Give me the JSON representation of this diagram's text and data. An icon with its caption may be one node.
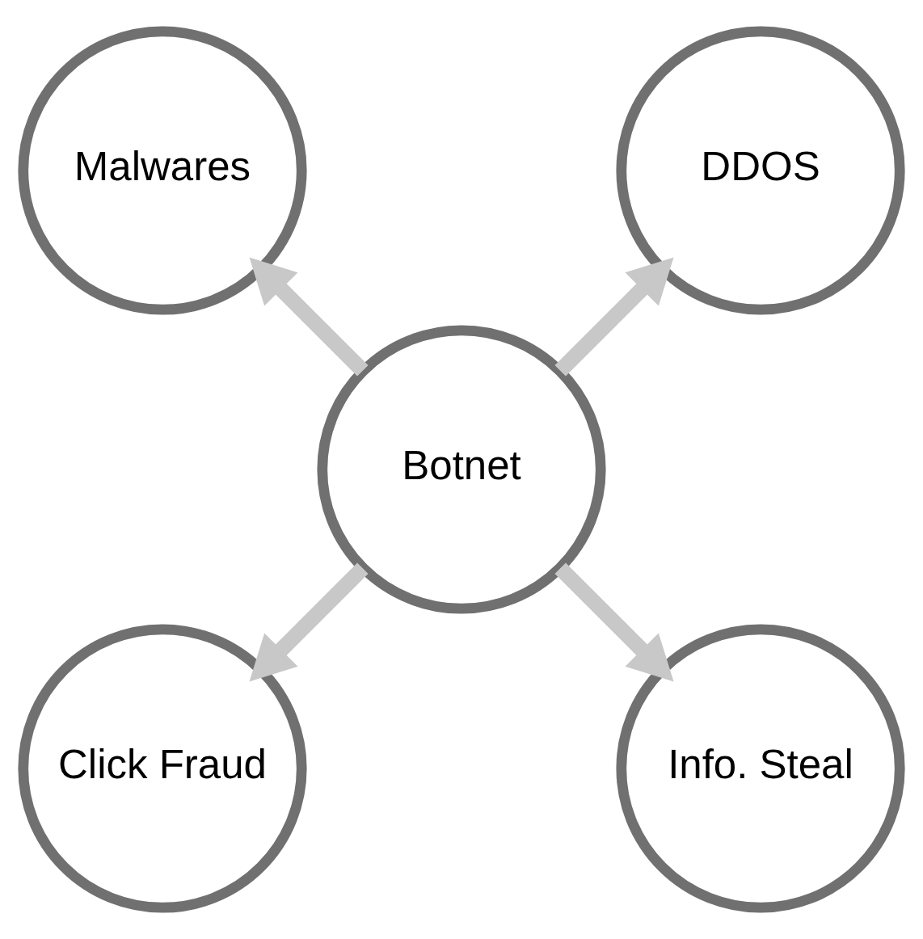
{
  "diagram": {
    "nodes": [
      {
        "text": [
          "DDOS"
        ]
      },
      {
        "text": [
          "Malwares"
        ]
      },
      {
        "text": [
          "Botnet"
        ]
      },
      {
        "text": [
          "Click Fraud"
        ]
      },
      {
        "text": [
          "Info. Steal"
        ]
      }
    ],
    "edges": [
      {
        "from": 2,
        "to": 0,
        "arrow": "to"
      },
      {
        "from": 2,
        "to": 3,
        "arrow": "to"
      },
      {
        "from": 2,
        "to": 4,
        "arrow": "to"
      },
      {
        "from": 2,
        "to": 1,
        "arrow": "to"
      }
    ]
  }
}
